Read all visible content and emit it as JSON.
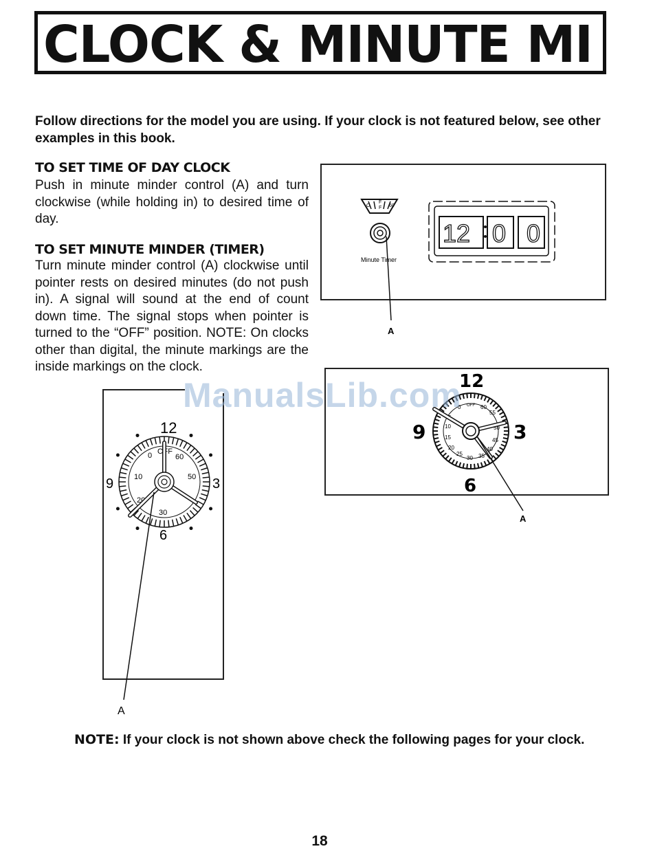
{
  "page": {
    "title": "CLOCK & MINUTE MINDER",
    "intro": "Follow directions for the model you are using. If your clock is not featured below, see other examples in this book.",
    "section1": {
      "heading": "TO SET TIME OF DAY CLOCK",
      "body": "Push in minute minder control (A) and turn clockwise (while holding in) to desired time of day."
    },
    "section2": {
      "heading": "TO SET MINUTE MINDER (TIMER)",
      "body": "Turn minute minder control (A) clockwise until pointer rests on desired minutes (do not push in). A signal will sound at the end of count down time. The signal stops when pointer is turned to the “OFF” position. NOTE: On clocks other than digital, the minute markings are the inside markings on the clock."
    },
    "note": {
      "label": "NOTE:",
      "text": "If your clock is not shown above check the following pages for your clock."
    },
    "page_number": "18",
    "watermark": "ManualsLib.com"
  },
  "figures": {
    "digital": {
      "display": [
        "12",
        "00"
      ],
      "dial_label": "Minute Timer",
      "dial_marks": [
        "O",
        "F",
        "F",
        "60"
      ],
      "callout": "A"
    },
    "analog_large": {
      "hours": [
        "12",
        "3",
        "6",
        "9"
      ],
      "minutes": [
        "0",
        "OFF",
        "60",
        "10",
        "50",
        "20",
        "30"
      ],
      "callout": "A"
    },
    "analog_bold": {
      "hours": [
        "12",
        "3",
        "6",
        "9"
      ],
      "minutes": [
        "0",
        "OFF",
        "60",
        "55",
        "50",
        "45",
        "40",
        "35",
        "30",
        "25",
        "20",
        "15",
        "10",
        "5"
      ],
      "callout": "A"
    }
  }
}
